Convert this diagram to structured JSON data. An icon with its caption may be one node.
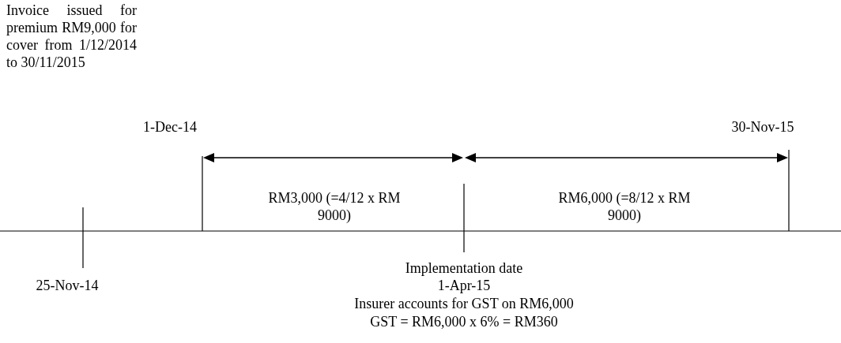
{
  "diagram": {
    "labels": [
      "Invoice issued for premium RM9,000 for cover from 1/12/2014 to 30/11/2015",
      "1-Dec-14",
      "30-Nov-15",
      "RM3,000 (=4/12 x RM 9000)",
      "RM6,000 (=8/12 x RM 9000)",
      "Implementation date",
      "25-Nov-14",
      "1-Apr-15",
      "Insurer accounts for GST on RM6,000",
      "GST = RM6,000 x 6% = RM360"
    ]
  }
}
